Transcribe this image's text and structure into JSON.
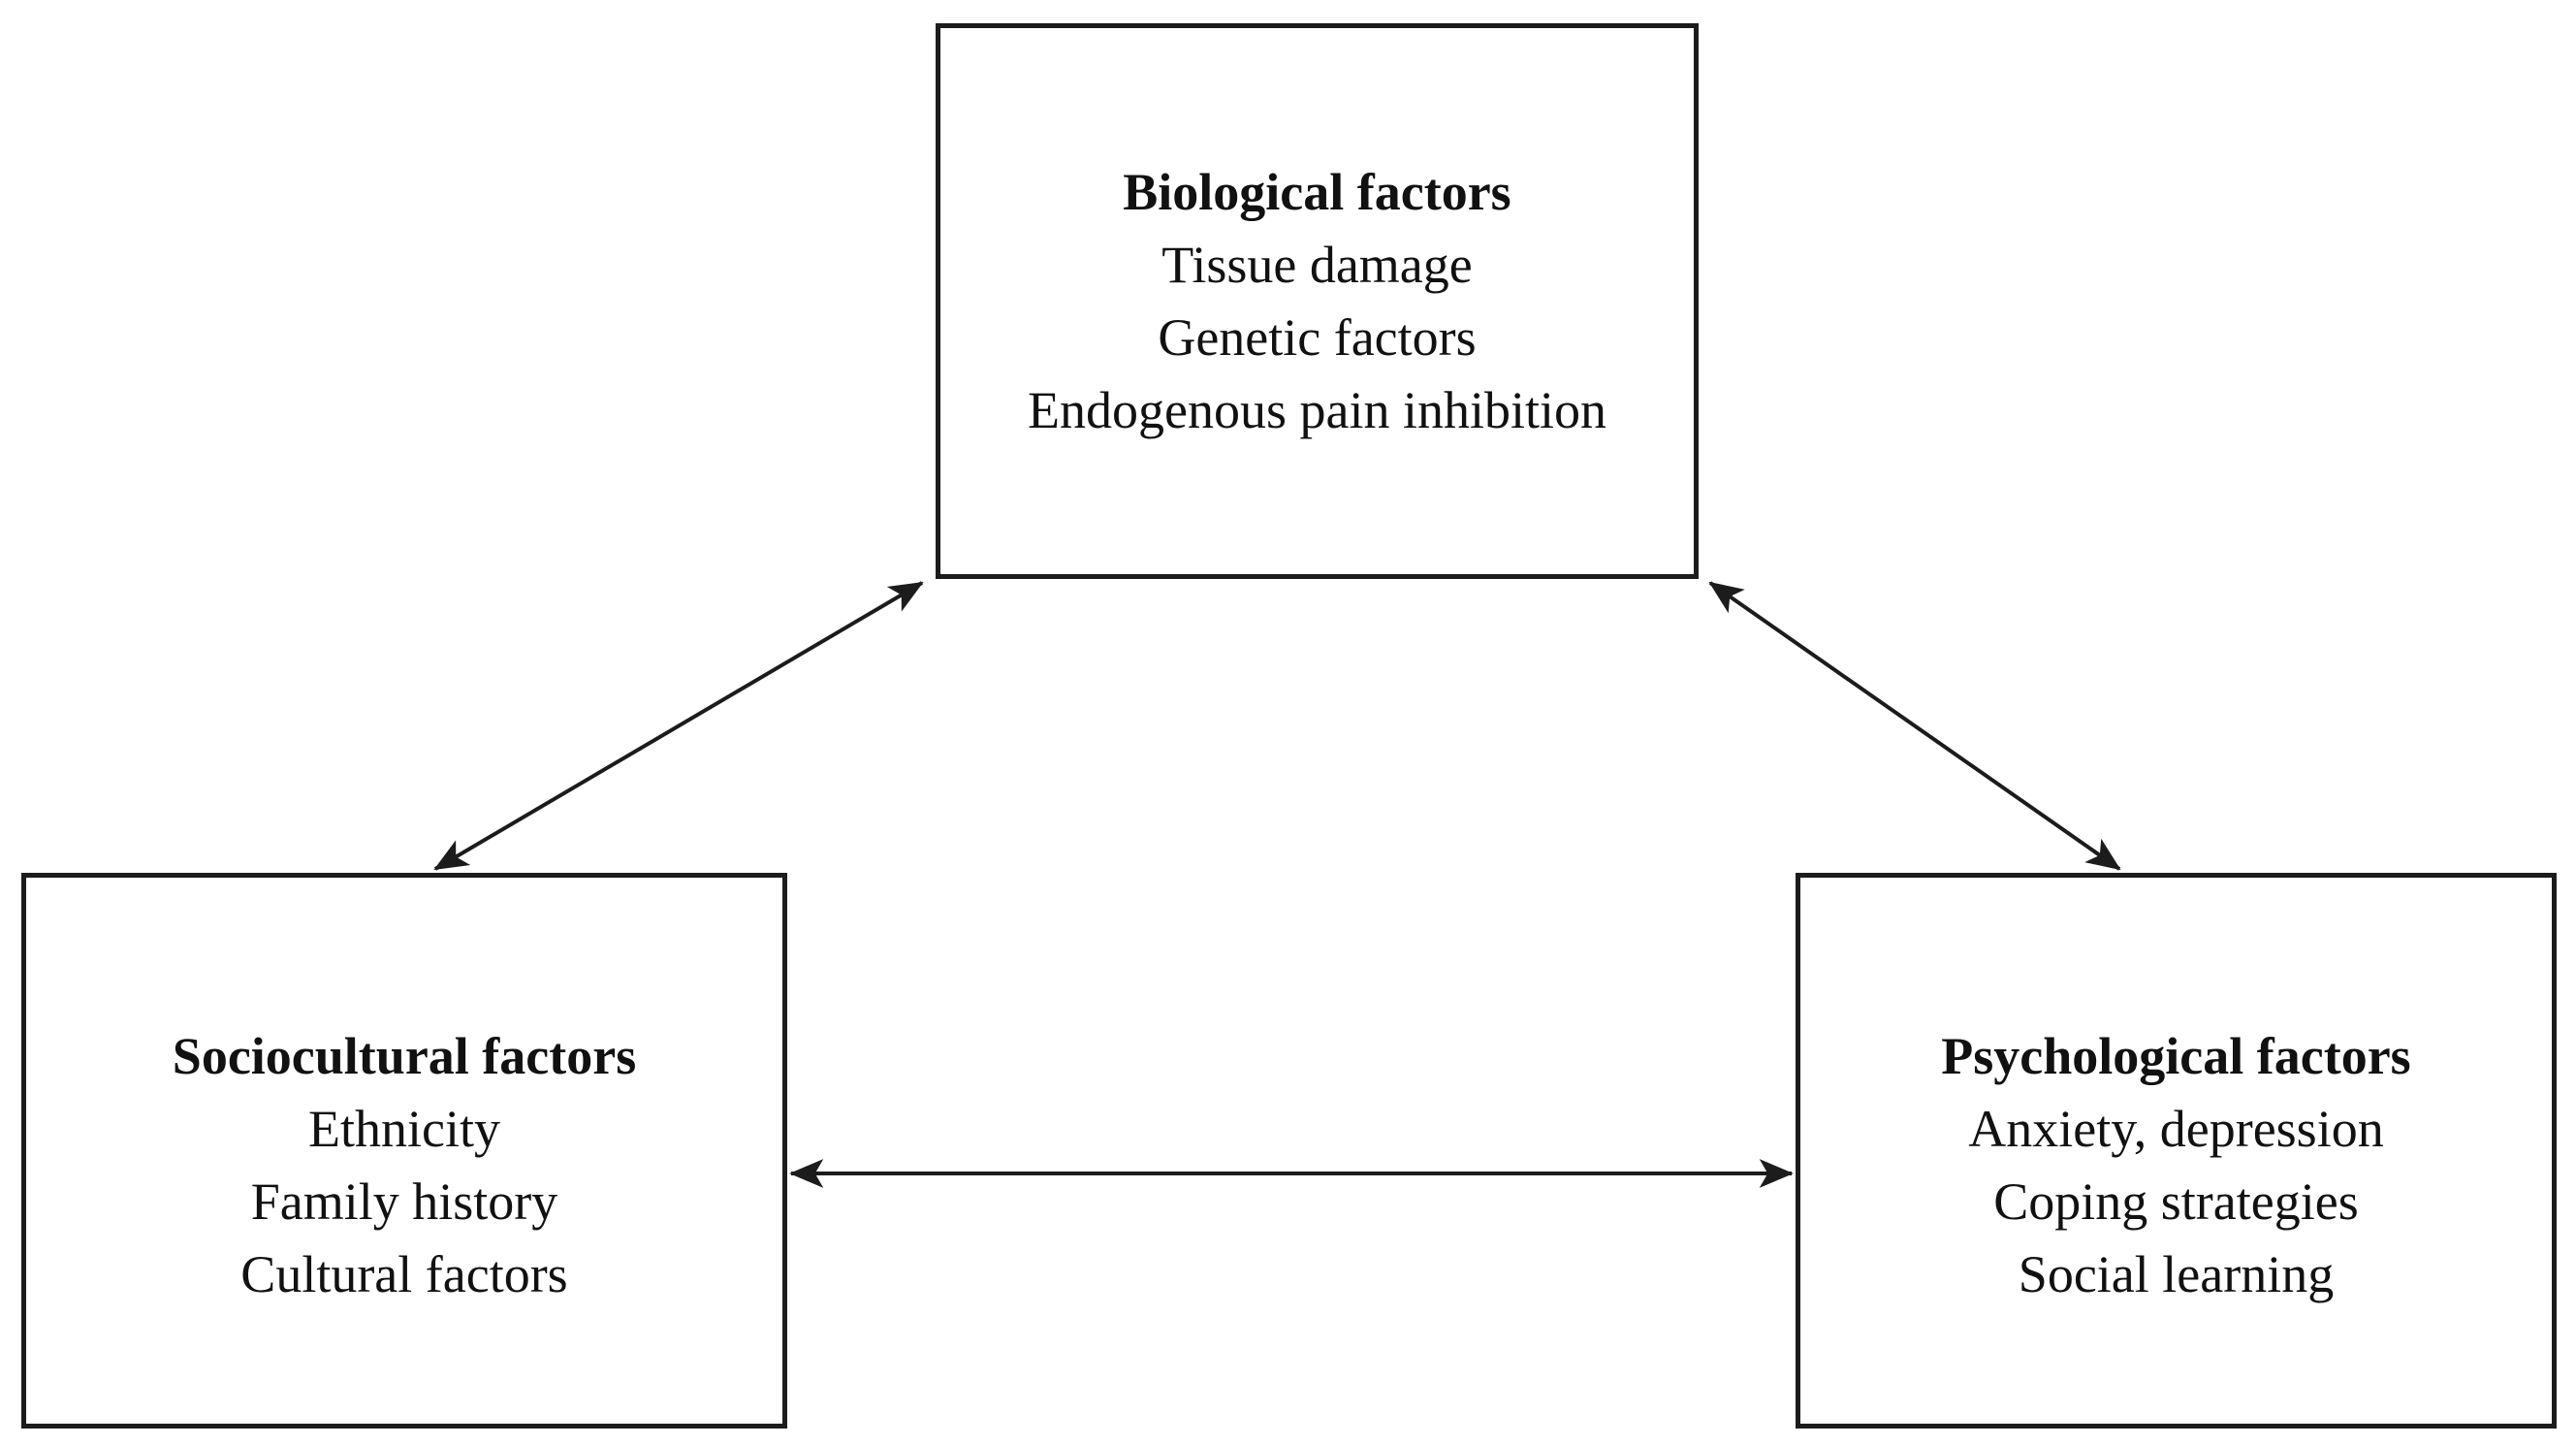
{
  "boxes": {
    "biological": {
      "title": "Biological factors",
      "items": [
        "Tissue damage",
        "Genetic factors",
        "Endogenous pain inhibition"
      ]
    },
    "sociocultural": {
      "title": "Sociocultural factors",
      "items": [
        "Ethnicity",
        "Family history",
        "Cultural factors"
      ]
    },
    "psychological": {
      "title": "Psychological factors",
      "items": [
        "Anxiety, depression",
        "Coping strategies",
        "Social learning"
      ]
    }
  },
  "connections": [
    {
      "from": "Biological factors",
      "to": "Sociocultural factors",
      "type": "double-headed-arrow"
    },
    {
      "from": "Biological factors",
      "to": "Psychological factors",
      "type": "double-headed-arrow"
    },
    {
      "from": "Sociocultural factors",
      "to": "Psychological factors",
      "type": "double-headed-arrow"
    }
  ],
  "colors": {
    "line": "#1c1c1c",
    "text": "#111111",
    "background": "#ffffff",
    "box_fill": "#ffffff"
  }
}
